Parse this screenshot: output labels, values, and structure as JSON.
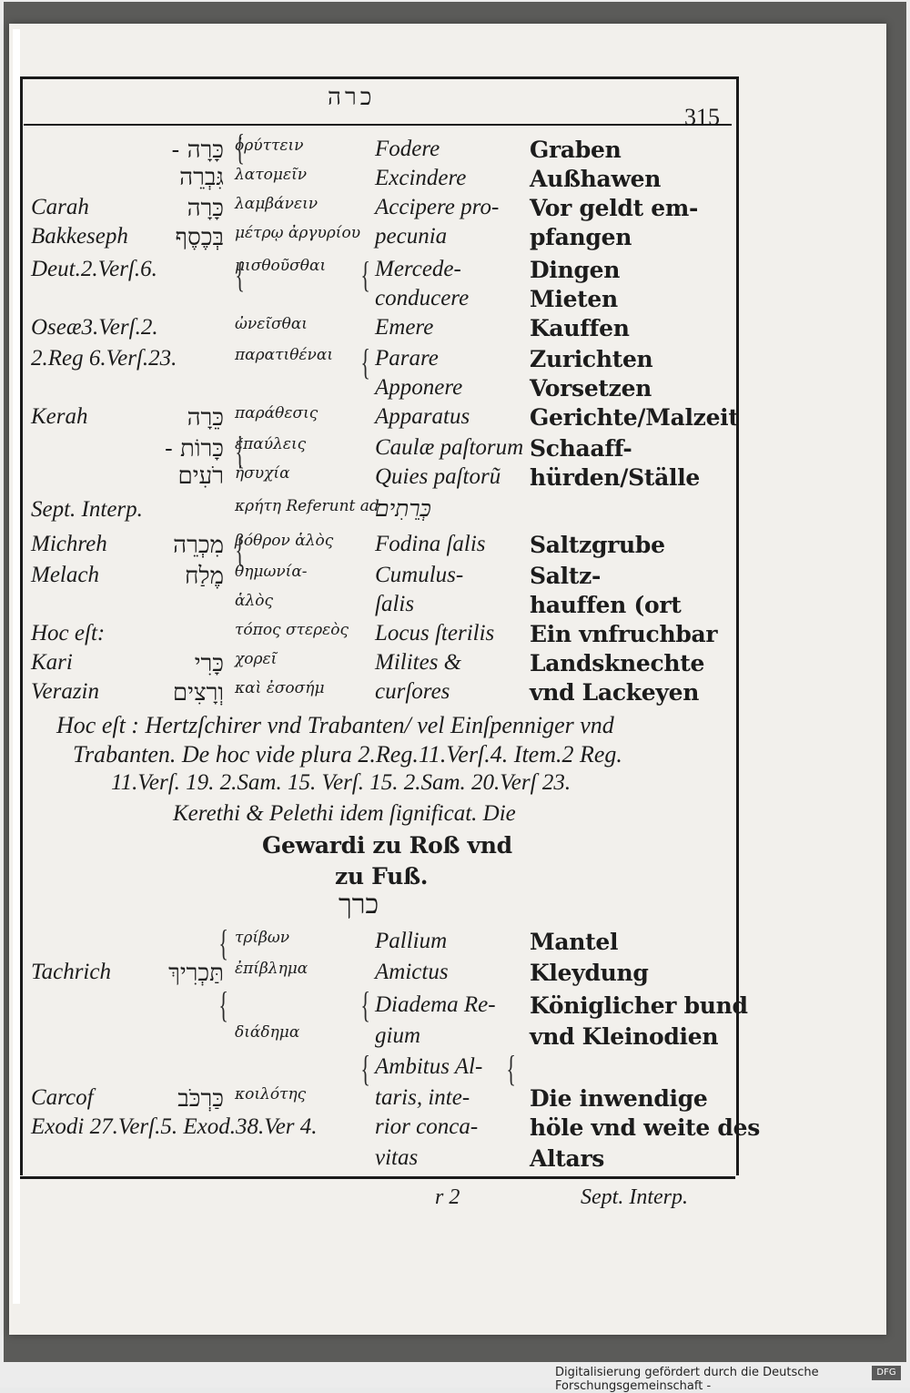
{
  "header": {
    "hebrew_title": "כרה",
    "page_number": "315"
  },
  "entries": [
    {
      "label": "",
      "hebrew": "כָּרָה - גִּבְרֵה",
      "greek": "ὀρύττειν",
      "latin": "Fodere",
      "german": "Graben",
      "y": 0
    },
    {
      "label": "",
      "hebrew": "",
      "greek": "λατομεῖν",
      "latin": "Excindere",
      "german": "Außhawen"
    },
    {
      "label": "Carah",
      "hebrew": "כָּרָה",
      "greek": "λαμβάνειν",
      "latin": "Accipere pro-",
      "german": "Vor geldt em-"
    },
    {
      "label": "Bakkeseph",
      "hebrew": "בְּכֶסֶף",
      "greek": "μέτρῳ ἀργυρίου",
      "latin": "pecunia",
      "german": "pfangen"
    },
    {
      "label": "Deut.2.Verſ.6.",
      "hebrew": "",
      "greek": "μισθοῦσθαι",
      "latin": "Mercede-",
      "german": "Dingen"
    },
    {
      "label": "",
      "hebrew": "",
      "greek": "",
      "latin": "conducere",
      "german": "Mieten"
    },
    {
      "label": "Oseæ3.Verſ.2.",
      "hebrew": "",
      "greek": "ὠνεῖσθαι",
      "latin": "Emere",
      "german": "Kauffen"
    },
    {
      "label": "2.Reg 6.Verſ.23.",
      "hebrew": "",
      "greek": "παρατιθέναι",
      "latin": "Parare",
      "german": "Zurichten"
    },
    {
      "label": "",
      "hebrew": "",
      "greek": "",
      "latin": "Apponere",
      "german": "Vorsetzen"
    },
    {
      "label": "Kerah",
      "hebrew": "כֵּרָה",
      "greek": "παράθεσις",
      "latin": "Apparatus",
      "german": "Gerichte/Malzeit"
    },
    {
      "label": "",
      "hebrew": "כָּרוֹת - רֹעִים",
      "greek": "ἐπαύλεις",
      "latin": "Caulæ paſtorum",
      "german": "Schaaff-"
    },
    {
      "label": "",
      "hebrew": "",
      "greek": "ἡσυχία",
      "latin": "Quies paſtorũ",
      "german": "hürden/Ställe"
    },
    {
      "label": "Sept. Interp.",
      "hebrew": "",
      "greek": "κρήτη Referunt ad",
      "latin": "כְּרֵתִים",
      "german": ""
    },
    {
      "label": "Michreh",
      "hebrew": "מִכְרֵה",
      "greek": "βόθρον ἁλὸς",
      "latin": "Fodina ſalis",
      "german": "Saltzgrube"
    },
    {
      "label": "Melach",
      "hebrew": "מֶלַח",
      "greek": "θημωνία-",
      "latin": "Cumulus-",
      "german": "Saltz-"
    },
    {
      "label": "",
      "hebrew": "",
      "greek": "ἁλὸς",
      "latin": "ſalis",
      "german": "hauffen (ort"
    },
    {
      "label": "Hoc eſt:",
      "hebrew": "",
      "greek": "τόπος στερεὸς",
      "latin": "Locus ſterilis",
      "german": "Ein vnfruchbar"
    },
    {
      "label": "Kari",
      "hebrew": "כָּרִי",
      "greek": "χορεῖ",
      "latin": "Milites &",
      "german": "Landsknechte"
    },
    {
      "label": "Verazin",
      "hebrew": "וְרָצִים",
      "greek": "καὶ ἐσοσήμ",
      "latin": "curſores",
      "german": "vnd Lackeyen"
    }
  ],
  "paragraph": {
    "line1": "Hoc eſt : Hertzſchirer vnd Trabanten/ vel Einſpenniger vnd",
    "line2": "Trabanten. De hoc vide plura 2.Reg.11.Verſ.4. Item.2 Reg.",
    "line3": "11.Verſ. 19. 2.Sam. 15. Verſ. 15. 2.Sam. 20.Verſ 23.",
    "line4": "Kerethi & Pelethi idem ſignificat. Die",
    "line5": "Gewardi zu Roß vnd",
    "line6": "zu Fuß."
  },
  "section2": {
    "hebrew_title": "כרך",
    "entries": [
      {
        "label": "",
        "hebrew": "",
        "greek": "τρίβων",
        "latin": "Pallium",
        "german": "Mantel"
      },
      {
        "label": "Tachrich",
        "hebrew": "תַּכְרִיךְ",
        "greek": "ἐπίβλημα",
        "latin": "Amictus",
        "german": "Kleydung"
      },
      {
        "label": "",
        "hebrew": "",
        "greek": "",
        "latin": "Diadema Re-",
        "german": "Königlicher bund"
      },
      {
        "label": "",
        "hebrew": "",
        "greek": "διάδημα",
        "latin": "gium",
        "german": "vnd Kleinodien"
      },
      {
        "label": "",
        "hebrew": "",
        "greek": "",
        "latin": "Ambitus Al-",
        "german": ""
      },
      {
        "label": "Carcof",
        "hebrew": "כַּרְכֹּב",
        "greek": "κοιλότης",
        "latin": "taris, inte-",
        "german": "Die inwendige"
      },
      {
        "label": "Exodi 27.Verſ.5. Exod.38.Ver 4.",
        "hebrew": "",
        "greek": "",
        "latin": "rior conca-",
        "german": "höle vnd weite des"
      },
      {
        "label": "",
        "hebrew": "",
        "greek": "",
        "latin": "vitas",
        "german": "Altars"
      }
    ]
  },
  "footer": {
    "signature": "r  2",
    "catchword": "Sept. Interp.",
    "funding_note": "Digitalisierung gefördert durch die Deutsche Forschungsgemeinschaft -",
    "dfg_logo": "DFG"
  }
}
